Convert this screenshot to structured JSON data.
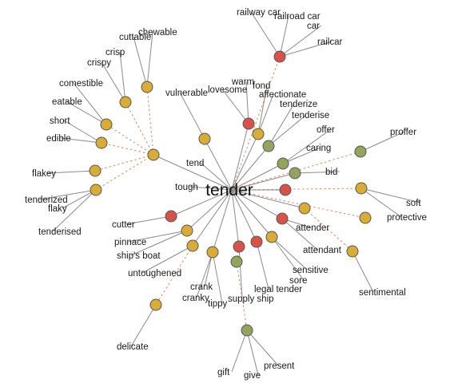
{
  "center": {
    "word": "tender"
  },
  "colors": {
    "yellow": "#d9ad35",
    "red": "#d9524a",
    "green": "#93a45c",
    "edge": "#8a8a8a",
    "dashed_edge": "#d08a5a"
  },
  "nodes": [
    {
      "id": "n_rail",
      "color": "red"
    },
    {
      "id": "n_snack",
      "color": "yellow"
    },
    {
      "id": "n_chew",
      "color": "yellow"
    },
    {
      "id": "n_crisp",
      "color": "yellow"
    },
    {
      "id": "n_edible",
      "color": "yellow"
    },
    {
      "id": "n_short",
      "color": "yellow"
    },
    {
      "id": "n_flakey",
      "color": "yellow"
    },
    {
      "id": "n_tenderised",
      "color": "yellow"
    },
    {
      "id": "n_vulnerable",
      "color": "yellow"
    },
    {
      "id": "n_lovesome",
      "color": "red"
    },
    {
      "id": "n_fond",
      "color": "yellow"
    },
    {
      "id": "n_affect",
      "color": "green"
    },
    {
      "id": "n_offer",
      "color": "green"
    },
    {
      "id": "n_caring",
      "color": "green"
    },
    {
      "id": "n_bid",
      "color": "green"
    },
    {
      "id": "n_tenderize",
      "color": "red"
    },
    {
      "id": "n_soft",
      "color": "yellow"
    },
    {
      "id": "n_protective",
      "color": "yellow"
    },
    {
      "id": "n_sensitive",
      "color": "yellow"
    },
    {
      "id": "n_attender",
      "color": "red"
    },
    {
      "id": "n_attendant",
      "color": "yellow"
    },
    {
      "id": "n_sore",
      "color": "yellow"
    },
    {
      "id": "n_legal",
      "color": "red"
    },
    {
      "id": "n_supply",
      "color": "red"
    },
    {
      "id": "n_gift",
      "color": "green"
    },
    {
      "id": "n_present",
      "color": "green"
    },
    {
      "id": "n_cutter",
      "color": "red"
    },
    {
      "id": "n_pinnace",
      "color": "yellow"
    },
    {
      "id": "n_untough",
      "color": "yellow"
    },
    {
      "id": "n_crank",
      "color": "yellow"
    },
    {
      "id": "n_delicate",
      "color": "yellow"
    }
  ],
  "labels": [
    {
      "id": "railway_car",
      "text": "railway car"
    },
    {
      "id": "railroad_car",
      "text": "railroad car"
    },
    {
      "id": "car",
      "text": "car"
    },
    {
      "id": "railcar",
      "text": "railcar"
    },
    {
      "id": "chewable",
      "text": "chewable"
    },
    {
      "id": "cuttable",
      "text": "cuttable"
    },
    {
      "id": "crisp",
      "text": "crisp"
    },
    {
      "id": "crispy",
      "text": "crispy"
    },
    {
      "id": "comestible",
      "text": "comestible"
    },
    {
      "id": "eatable",
      "text": "eatable"
    },
    {
      "id": "short",
      "text": "short"
    },
    {
      "id": "edible",
      "text": "edible"
    },
    {
      "id": "flakey",
      "text": "flakey"
    },
    {
      "id": "tenderized",
      "text": "tenderized"
    },
    {
      "id": "flaky",
      "text": "flaky"
    },
    {
      "id": "tenderised",
      "text": "tenderised"
    },
    {
      "id": "vulnerable",
      "text": "vulnerable"
    },
    {
      "id": "lovesome",
      "text": "lovesome"
    },
    {
      "id": "warm",
      "text": "warm"
    },
    {
      "id": "fond",
      "text": "fond"
    },
    {
      "id": "affectionate",
      "text": "affectionate"
    },
    {
      "id": "tenderize",
      "text": "tenderize"
    },
    {
      "id": "tenderise",
      "text": "tenderise"
    },
    {
      "id": "offer",
      "text": "offer"
    },
    {
      "id": "proffer",
      "text": "proffer"
    },
    {
      "id": "caring",
      "text": "caring"
    },
    {
      "id": "bid",
      "text": "bid"
    },
    {
      "id": "tend",
      "text": "tend"
    },
    {
      "id": "tough",
      "text": "tough"
    },
    {
      "id": "soft",
      "text": "soft"
    },
    {
      "id": "protective",
      "text": "protective"
    },
    {
      "id": "attender",
      "text": "attender"
    },
    {
      "id": "attendant",
      "text": "attendant"
    },
    {
      "id": "sensitive",
      "text": "sensitive"
    },
    {
      "id": "sore",
      "text": "sore"
    },
    {
      "id": "sentimental",
      "text": "sentimental"
    },
    {
      "id": "legal_tender",
      "text": "legal tender"
    },
    {
      "id": "supply_ship",
      "text": "supply ship"
    },
    {
      "id": "tippy",
      "text": "tippy"
    },
    {
      "id": "cranky",
      "text": "cranky"
    },
    {
      "id": "crank",
      "text": "crank"
    },
    {
      "id": "untoughened",
      "text": "untoughened"
    },
    {
      "id": "ships_boat",
      "text": "ship's boat"
    },
    {
      "id": "pinnace",
      "text": "pinnace"
    },
    {
      "id": "cutter",
      "text": "cutter"
    },
    {
      "id": "delicate",
      "text": "delicate"
    },
    {
      "id": "gift",
      "text": "gift"
    },
    {
      "id": "give",
      "text": "give"
    },
    {
      "id": "present",
      "text": "present"
    }
  ]
}
